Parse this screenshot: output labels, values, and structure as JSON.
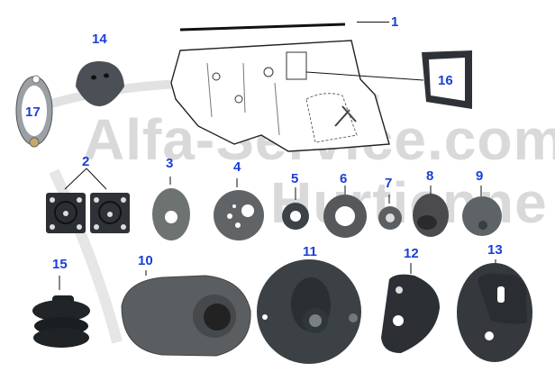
{
  "diagram": {
    "title": "",
    "watermark": {
      "line1": "Alfa-Service.com",
      "line2": "Hurtienne"
    },
    "colors": {
      "label": "#1a3fd6",
      "rubber_dark": "#2e3236",
      "rubber_mid": "#55595c",
      "watermark": "#d9d9d9"
    },
    "parts": [
      {
        "id": "1",
        "label": "1",
        "name": "firewall / bulkhead insulation (drawing)"
      },
      {
        "id": "2",
        "label": "2",
        "name": "square grommet plate (pair)"
      },
      {
        "id": "3",
        "label": "3",
        "name": "oval grommet"
      },
      {
        "id": "4",
        "label": "4",
        "name": "round grommet with three holes"
      },
      {
        "id": "5",
        "label": "5",
        "name": "small round grommet"
      },
      {
        "id": "6",
        "label": "6",
        "name": "round grommet"
      },
      {
        "id": "7",
        "label": "7",
        "name": "small grommet"
      },
      {
        "id": "8",
        "label": "8",
        "name": "oval boot grommet"
      },
      {
        "id": "9",
        "label": "9",
        "name": "cone grommet"
      },
      {
        "id": "10",
        "label": "10",
        "name": "large pear-shaped boot"
      },
      {
        "id": "11",
        "label": "11",
        "name": "round boot with flange"
      },
      {
        "id": "12",
        "label": "12",
        "name": "triangular grommet plate"
      },
      {
        "id": "13",
        "label": "13",
        "name": "oval boot with slot"
      },
      {
        "id": "14",
        "label": "14",
        "name": "dome grommet with two holes"
      },
      {
        "id": "15",
        "label": "15",
        "name": "bellows boot"
      },
      {
        "id": "16",
        "label": "16",
        "name": "rectangular gasket"
      },
      {
        "id": "17",
        "label": "17",
        "name": "metal flange ring"
      }
    ]
  }
}
